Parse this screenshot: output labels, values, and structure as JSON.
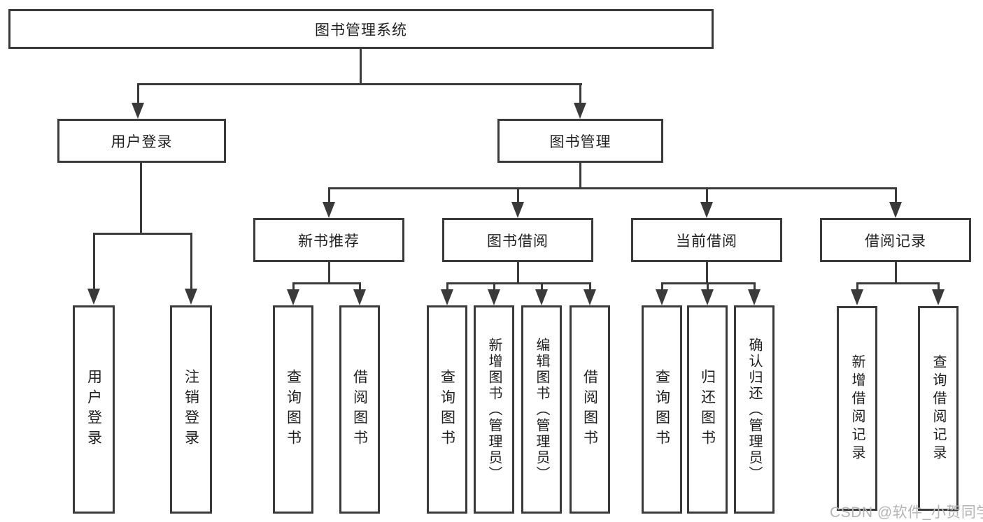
{
  "diagram": {
    "type": "hierarchy-tree",
    "colors": {
      "line": "#3a3a3a",
      "box_border": "#3a3a3a",
      "text": "#1f1f1f",
      "background": "#ffffff",
      "watermark": "#b4b4b4"
    },
    "tree": {
      "label": "图书管理系统",
      "children": [
        {
          "label": "用户登录",
          "children": [
            {
              "label": "用户登录"
            },
            {
              "label": "注销登录"
            }
          ]
        },
        {
          "label": "图书管理",
          "children": [
            {
              "label": "新书推荐",
              "children": [
                {
                  "label": "查询图书"
                },
                {
                  "label": "借阅图书"
                }
              ]
            },
            {
              "label": "图书借阅",
              "children": [
                {
                  "label": "查询图书"
                },
                {
                  "label": "新增图书（管理员）"
                },
                {
                  "label": "编辑图书（管理员）"
                },
                {
                  "label": "借阅图书"
                }
              ]
            },
            {
              "label": "当前借阅",
              "children": [
                {
                  "label": "查询图书"
                },
                {
                  "label": "归还图书"
                },
                {
                  "label": "确认归还（管理员）"
                }
              ]
            },
            {
              "label": "借阅记录",
              "children": [
                {
                  "label": "新增借阅记录"
                },
                {
                  "label": "查询借阅记录"
                }
              ]
            }
          ]
        }
      ]
    },
    "watermark": {
      "text": "CSDN @软件_小贺同学"
    }
  }
}
